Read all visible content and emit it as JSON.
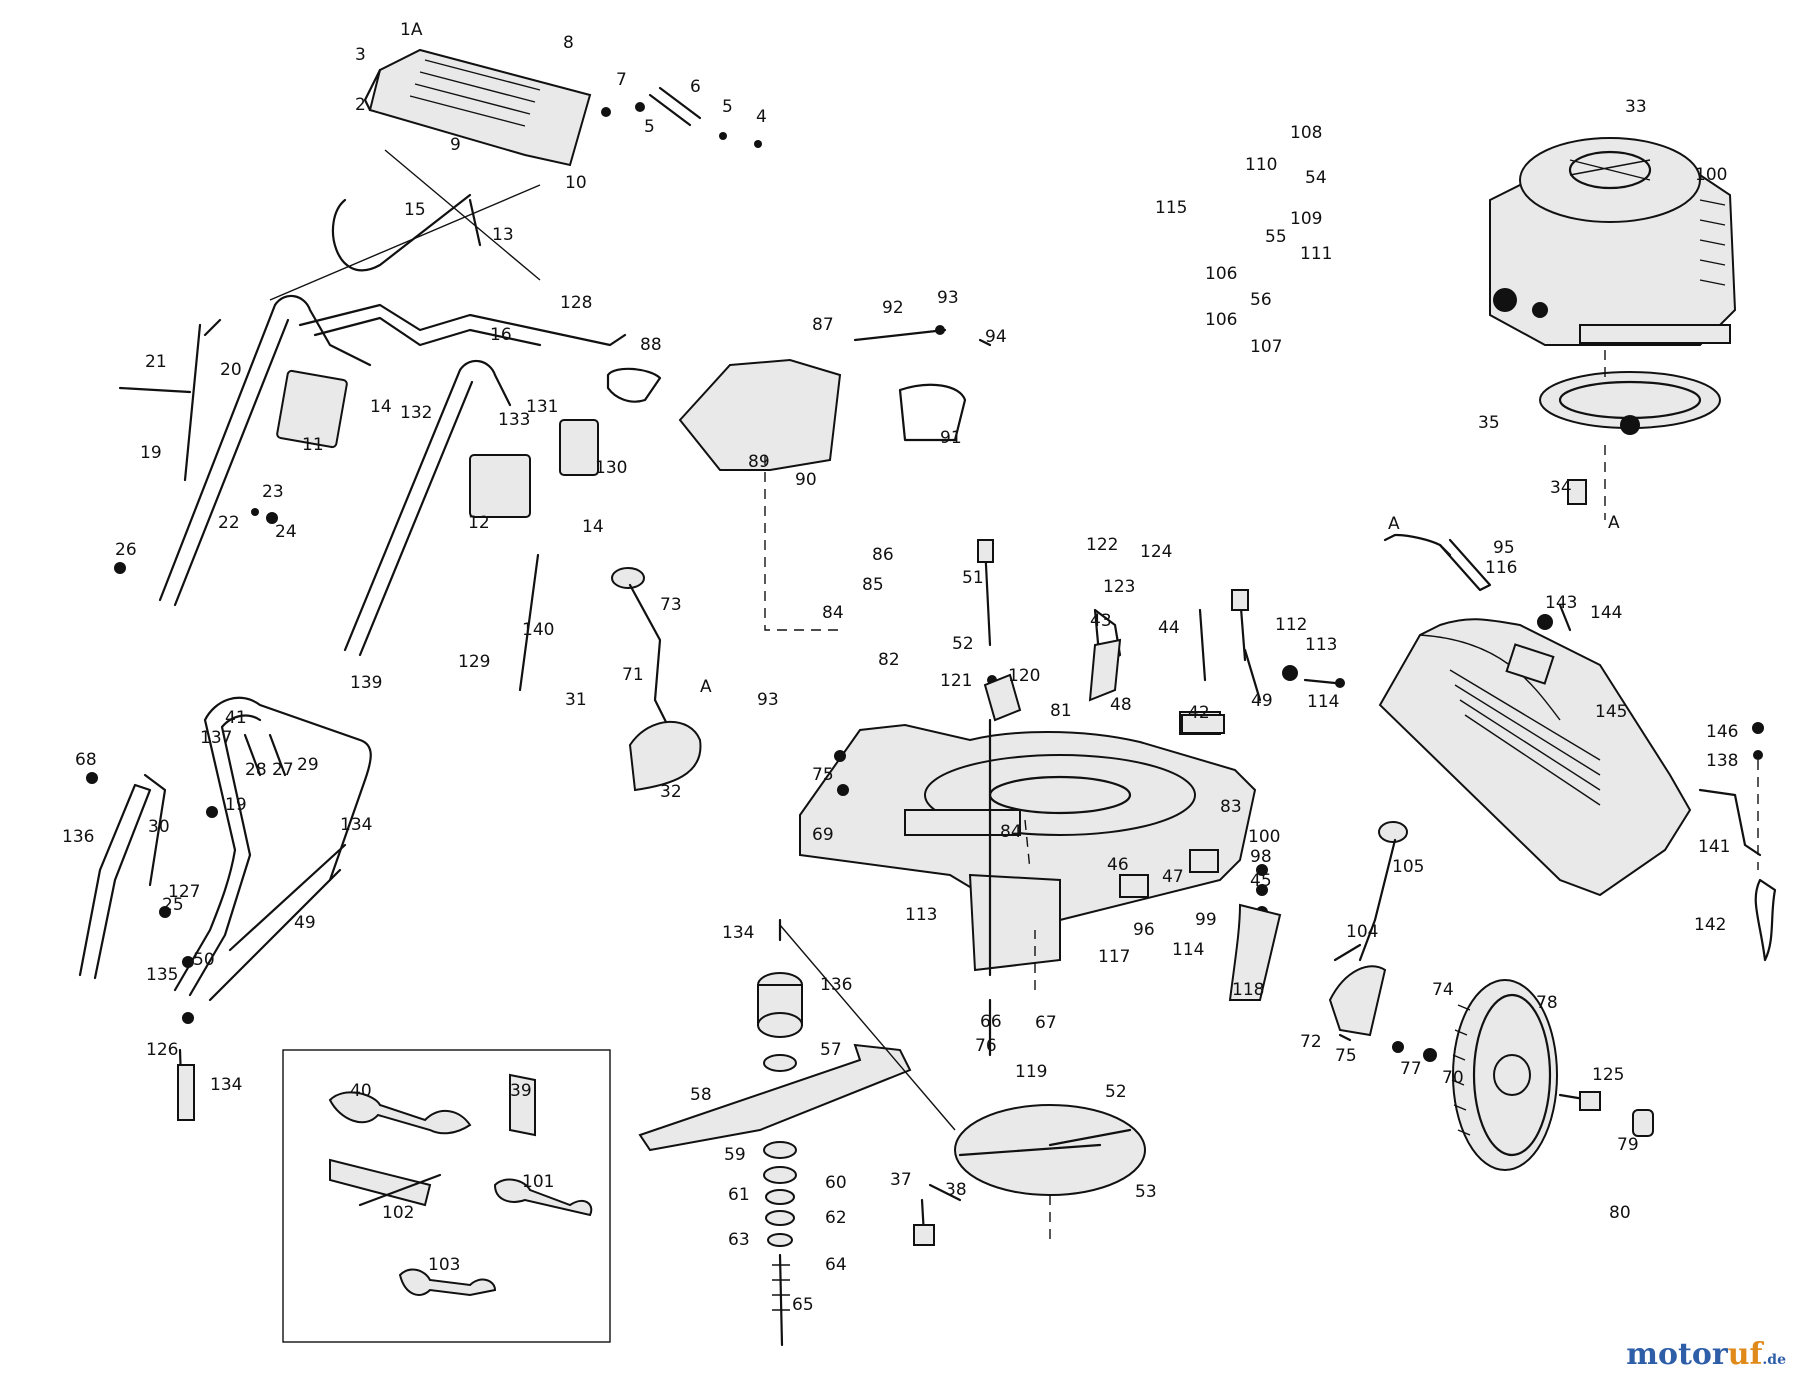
{
  "watermark": {
    "brand_main": "motor",
    "brand_accent": "uf",
    "brand_tld": ".de"
  },
  "labels": [
    "1A",
    "3",
    "2",
    "9",
    "8",
    "6",
    "7",
    "5",
    "5",
    "4",
    "10",
    "15",
    "13",
    "108",
    "110",
    "54",
    "109",
    "55",
    "111",
    "106",
    "56",
    "106",
    "107",
    "115",
    "33",
    "100",
    "35",
    "34",
    "A",
    "128",
    "16",
    "88",
    "87",
    "92",
    "93",
    "94",
    "21",
    "20",
    "14",
    "132",
    "11",
    "131",
    "133",
    "130",
    "19",
    "89",
    "90",
    "91",
    "23",
    "22",
    "24",
    "12",
    "14",
    "26",
    "86",
    "85",
    "84",
    "82",
    "93",
    "73",
    "71",
    "51",
    "52",
    "120",
    "121",
    "122",
    "124",
    "123",
    "43",
    "112",
    "44",
    "113",
    "114",
    "49",
    "48",
    "42",
    "116",
    "95",
    "143",
    "144",
    "145",
    "146",
    "138",
    "141",
    "142",
    "140",
    "139",
    "129",
    "31",
    "32",
    "75",
    "69",
    "84",
    "83",
    "100",
    "98",
    "45",
    "46",
    "47",
    "96",
    "99",
    "117",
    "114",
    "118",
    "113",
    "68",
    "41",
    "137",
    "28",
    "27",
    "29",
    "19",
    "30",
    "136",
    "134",
    "127",
    "25",
    "50",
    "49",
    "135",
    "126",
    "134",
    "134",
    "136",
    "57",
    "58",
    "59",
    "60",
    "61",
    "62",
    "63",
    "64",
    "65",
    "66",
    "67",
    "76",
    "119",
    "52",
    "53",
    "37",
    "38",
    "40",
    "39",
    "102",
    "101",
    "103",
    "105",
    "104",
    "74",
    "72",
    "75",
    "77",
    "70",
    "78",
    "125",
    "79",
    "80",
    "81",
    "A",
    "A"
  ]
}
